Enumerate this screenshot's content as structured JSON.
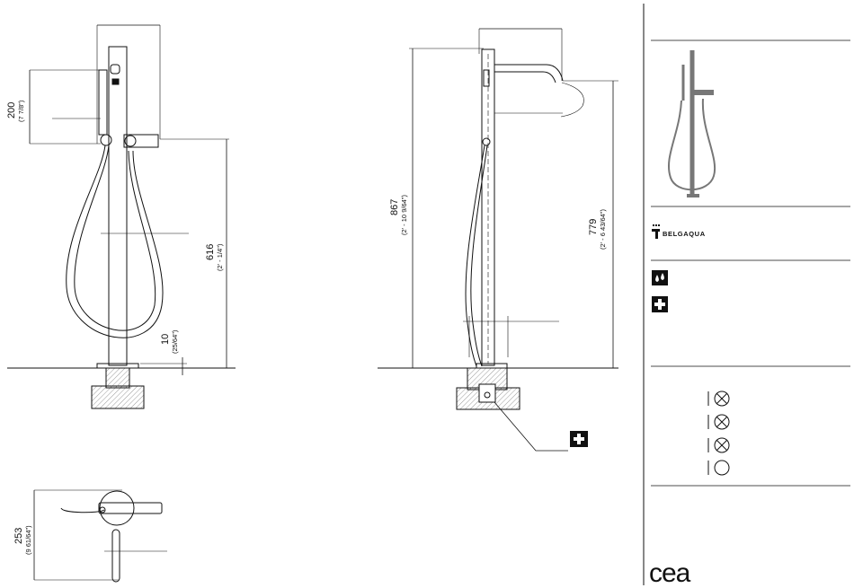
{
  "front_view": {
    "dim_200": "200",
    "dim_200_imperial": "(7 7/8\")",
    "dim_616": "616",
    "dim_616_imperial": "(2' - 1/4\")",
    "dim_10": "10",
    "dim_10_imperial": "(25/64\")"
  },
  "side_view": {
    "dim_867": "867",
    "dim_867_imperial": "(2' - 10 9/64\")",
    "dim_779": "779",
    "dim_779_imperial": "(2' - 6 43/64\")"
  },
  "top_view": {
    "dim_253": "253",
    "dim_253_imperial": "(9 61/64\")"
  },
  "sidebar": {
    "brand_label": "BELGAQUA",
    "logo_text": "cea"
  }
}
